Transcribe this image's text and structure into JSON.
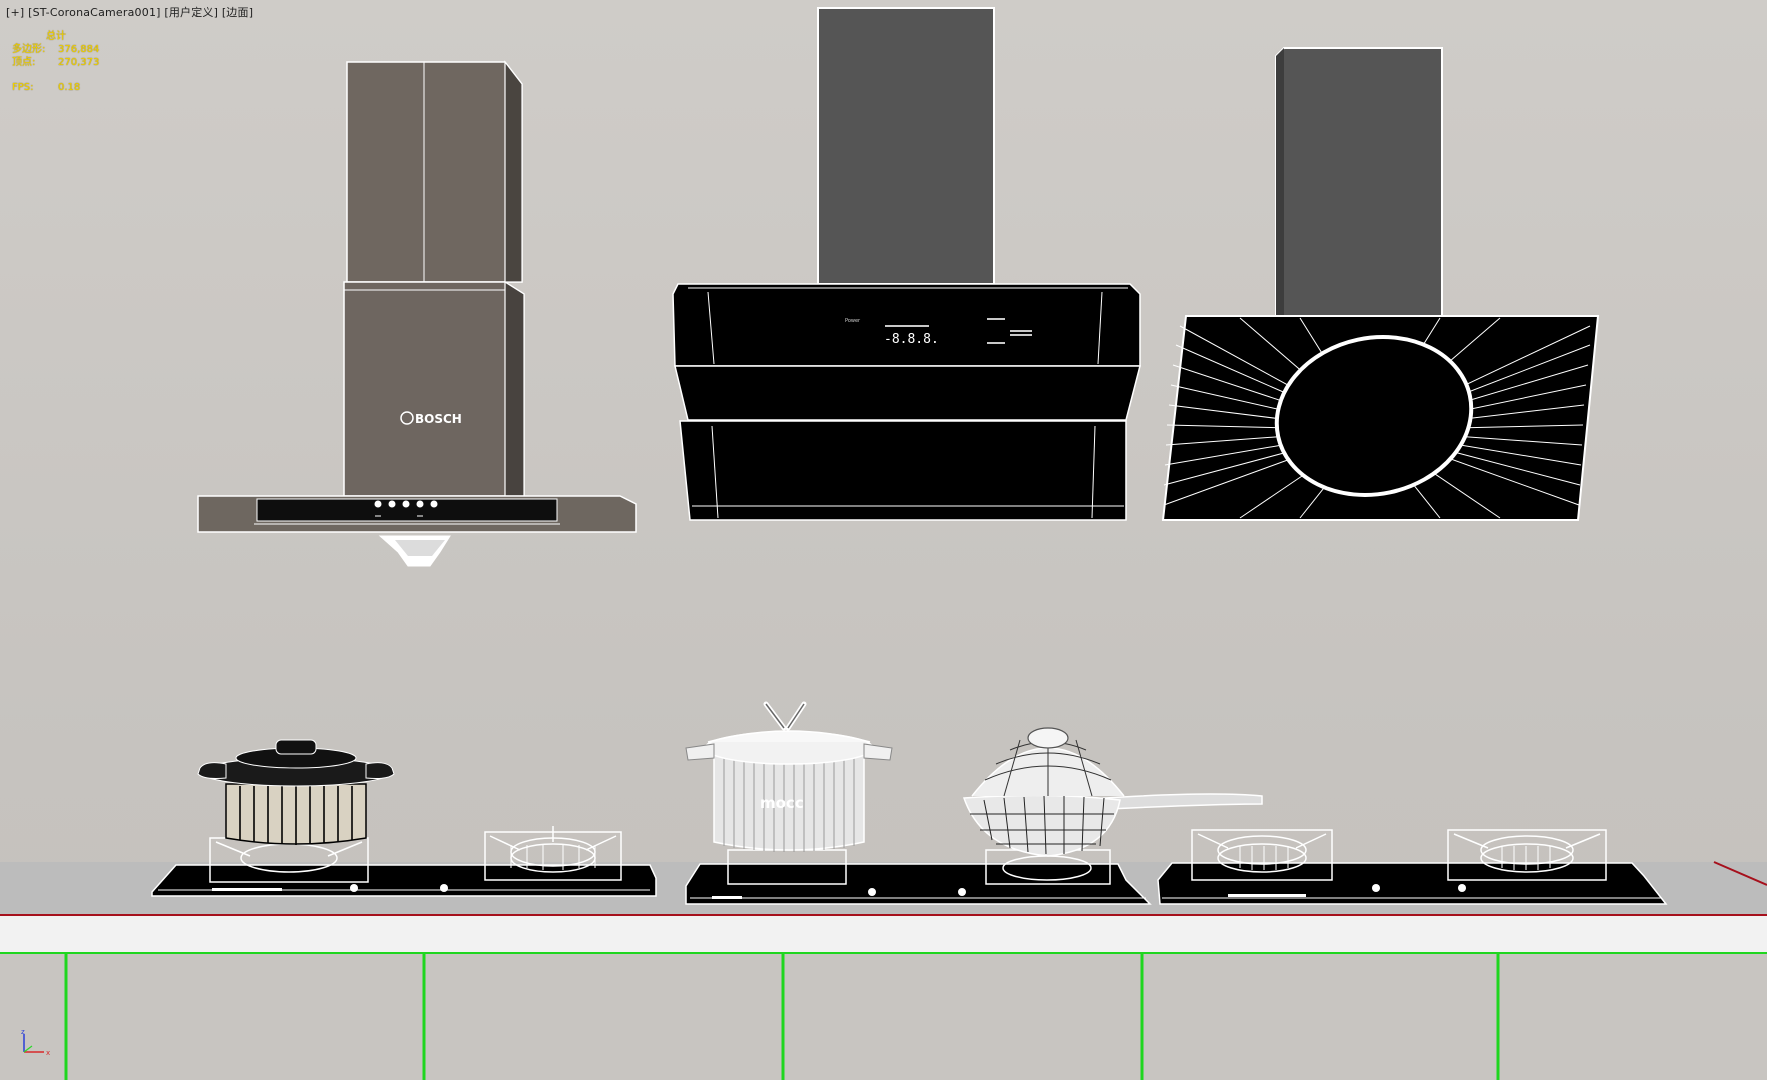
{
  "viewport": {
    "label": "[+] [ST-CoronaCamera001] [用户定义] [边面]"
  },
  "stats": {
    "header": "总计",
    "rows": [
      {
        "key": "多边形:",
        "value": "376,884"
      },
      {
        "key": "顶点:",
        "value": "270,373"
      }
    ],
    "fps_key": "FPS:",
    "fps_value": "0.18"
  },
  "brands": {
    "bosch": "BOSCH",
    "pot": "mocc"
  },
  "hood2_panel": {
    "power_label": "Power",
    "digits": "-8.8.8."
  },
  "axis": {
    "z": "z",
    "x": "x"
  },
  "colors": {
    "wall": "#cbc8c4",
    "counter": "#bdbdbd",
    "edge_red": "#a6101c",
    "edge_green": "#1fd61f",
    "stats_yellow": "#f2d200"
  }
}
